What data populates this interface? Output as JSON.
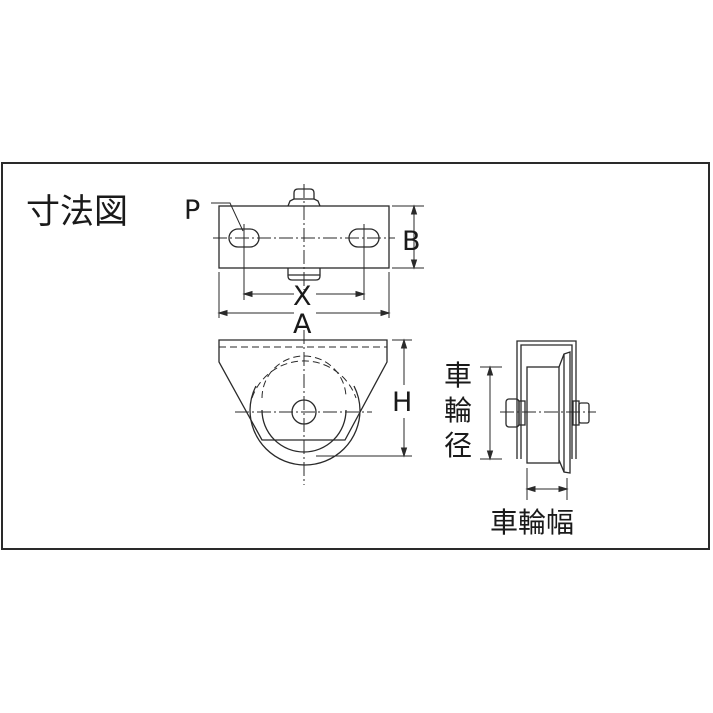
{
  "title": "寸法図",
  "labels": {
    "P": "P",
    "B": "B",
    "X": "X",
    "A": "A",
    "H": "H",
    "wheel_diameter": [
      "車",
      "輪",
      "径"
    ],
    "wheel_width": "車輪幅"
  },
  "colors": {
    "line": "#2a2a2a",
    "background": "#ffffff"
  }
}
